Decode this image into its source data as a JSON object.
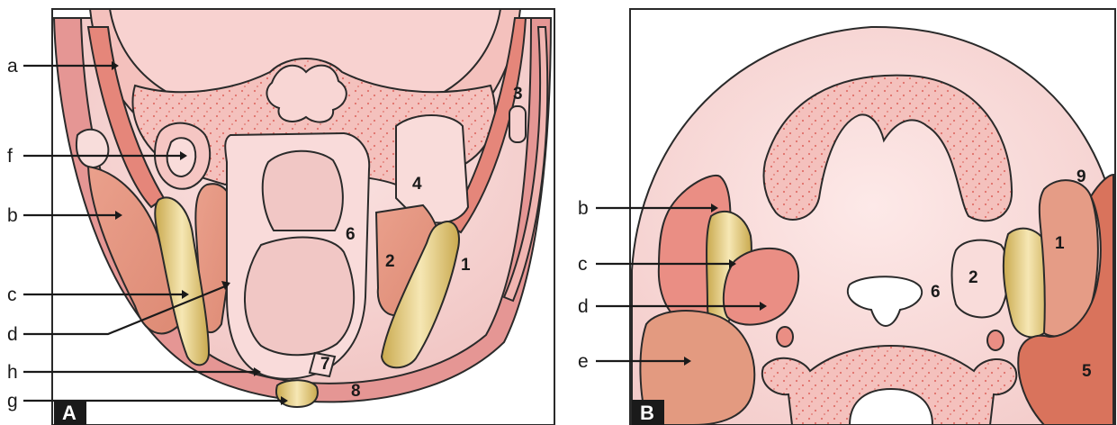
{
  "panels": [
    {
      "tag": "A"
    },
    {
      "tag": "B"
    }
  ],
  "panel_a": {
    "letter_labels": [
      "a",
      "f",
      "b",
      "c",
      "d",
      "h",
      "g"
    ],
    "number_labels": [
      "3",
      "4",
      "6",
      "2",
      "1",
      "7",
      "8"
    ]
  },
  "panel_b": {
    "letter_labels": [
      "b",
      "c",
      "d",
      "e"
    ],
    "number_labels": [
      "9",
      "1",
      "2",
      "6",
      "5"
    ]
  },
  "colors": {
    "soft_tissue": "#f6d3d1",
    "bone": "#f2b9b6",
    "bone_dots": "#e0706a",
    "muscle": "#e4937f",
    "deep_muscle": "#d9735c",
    "tonsil": "#e7c873",
    "gland": "#dd8f7b",
    "outline": "#2a2a2a"
  }
}
